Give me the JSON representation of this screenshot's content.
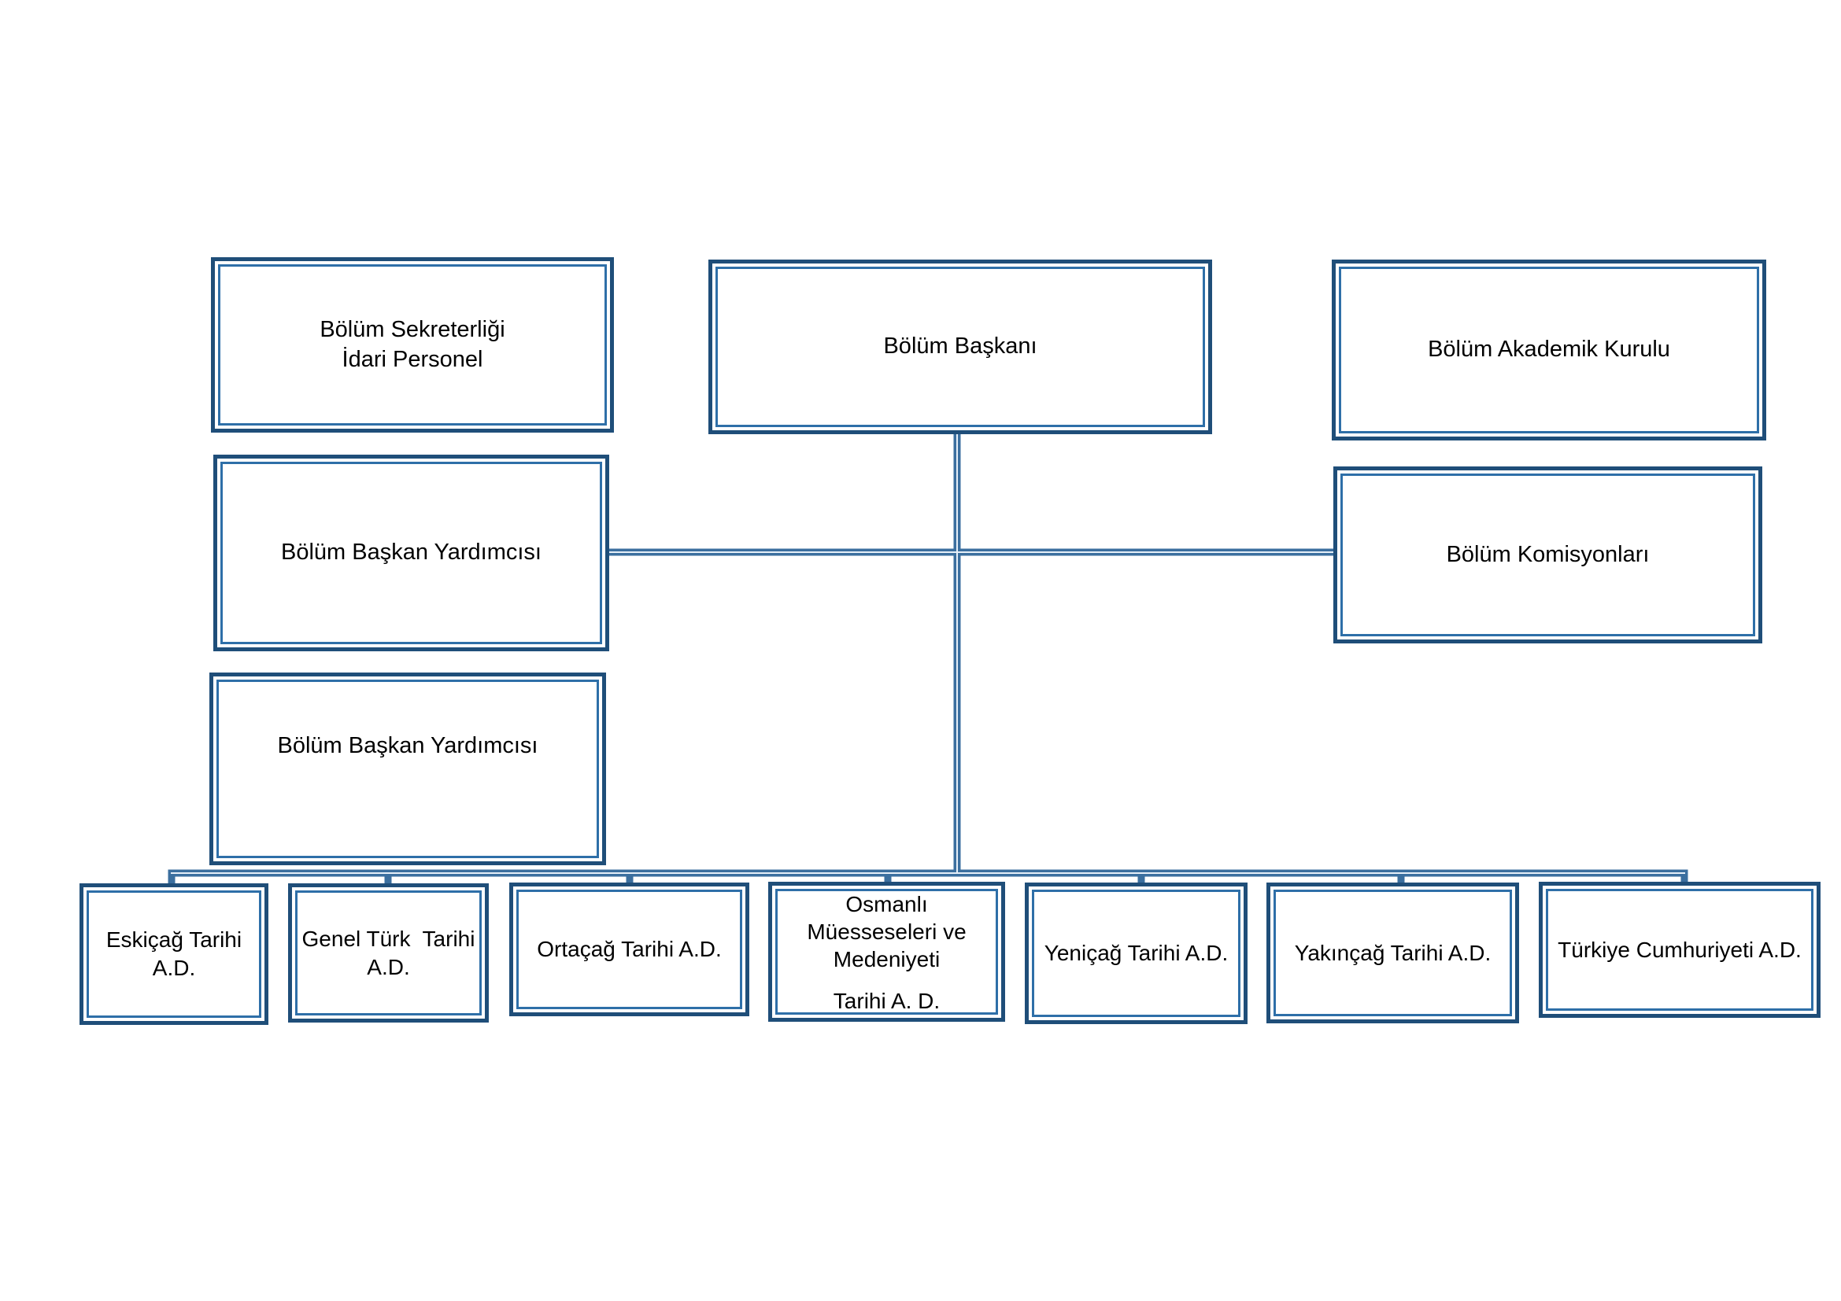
{
  "nodes": {
    "sekreterlik": {
      "line1": "Bölüm Sekreterliği",
      "line2": "İdari Personel"
    },
    "baskan": {
      "label": "Bölüm Başkanı"
    },
    "akademik_kurul": {
      "label": "Bölüm Akademik Kurulu"
    },
    "yardimci_1": {
      "label": "Bölüm Başkan Yardımcısı"
    },
    "komisyonlar": {
      "label": "Bölüm Komisyonları"
    },
    "yardimci_2": {
      "label": "Bölüm Başkan Yardımcısı"
    }
  },
  "departments": [
    {
      "lines": [
        "Eskiçağ Tarihi",
        "A.D."
      ]
    },
    {
      "lines": [
        "Genel Türk  Tarihi",
        "A.D."
      ]
    },
    {
      "lines": [
        "Ortaçağ Tarihi A.D."
      ]
    },
    {
      "lines": [
        "Osmanlı",
        "Müesseseleri ve",
        "Medeniyeti",
        "Tarihi A. D."
      ]
    },
    {
      "lines": [
        "Yeniçağ Tarihi A.D."
      ]
    },
    {
      "lines": [
        "Yakınçağ Tarihi A.D."
      ]
    },
    {
      "lines": [
        "Türkiye Cumhuriyeti A.D."
      ]
    }
  ],
  "colors": {
    "box_border": "#1f4e79",
    "box_inner": "#2e6fa8",
    "connector": "#4a7fb5"
  }
}
